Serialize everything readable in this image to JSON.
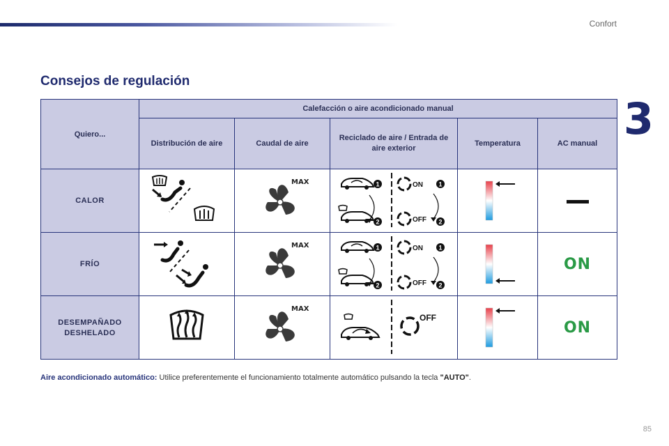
{
  "header": {
    "section": "Confort",
    "chapter": "3"
  },
  "title": "Consejos de regulación",
  "table": {
    "corner": "Quiero...",
    "group_header": "Calefacción o aire acondicionado manual",
    "columns": [
      "Distribución de aire",
      "Caudal de aire",
      "Reciclado de aire / Entrada de aire exterior",
      "Temperatura",
      "AC manual"
    ],
    "rows": [
      {
        "label": "CALOR",
        "flow_label": "MAX",
        "recirc_on": "ON",
        "recirc_off": "OFF",
        "step1": "1",
        "step2": "2",
        "ac": "—"
      },
      {
        "label": "FRÍO",
        "flow_label": "MAX",
        "recirc_on": "ON",
        "recirc_off": "OFF",
        "step1": "1",
        "step2": "2",
        "ac": "ON"
      },
      {
        "label": "DESEMPAÑADO",
        "label2": "DESHELADO",
        "flow_label": "MAX",
        "recirc_off": "OFF",
        "ac": "ON"
      }
    ]
  },
  "note": {
    "lead": "Aire acondicionado automático:",
    "body": " Utilice preferentemente el funcionamiento totalmente automático pulsando la tecla ",
    "key": "\"AUTO\"",
    "end": "."
  },
  "page_number": "85"
}
